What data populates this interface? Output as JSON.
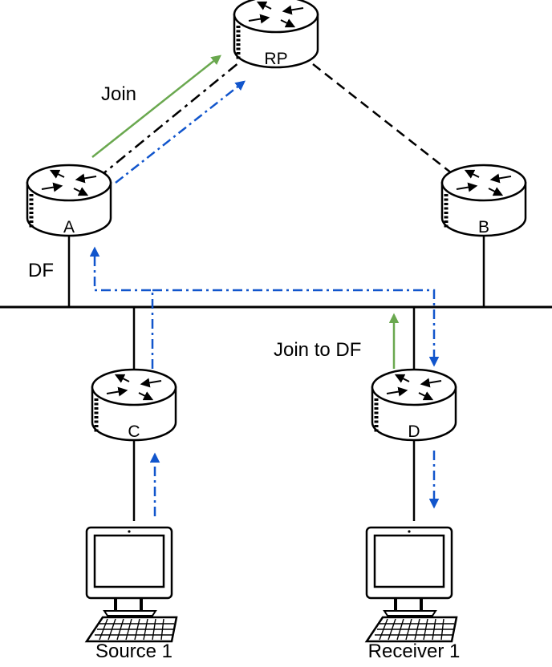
{
  "routers": {
    "rp": {
      "label": "RP"
    },
    "a": {
      "label": "A"
    },
    "b": {
      "label": "B"
    },
    "c": {
      "label": "C"
    },
    "d": {
      "label": "D"
    }
  },
  "labels": {
    "join": "Join",
    "df": "DF",
    "join_to_df": "Join to DF"
  },
  "hosts": {
    "source": {
      "label": "Source 1"
    },
    "receiver": {
      "label": "Receiver 1"
    }
  },
  "colors": {
    "join_arrow": "#6aa84f",
    "data_flow": "#1155cc",
    "link": "#000000",
    "router_fill": "#ffffff"
  },
  "icons": {
    "router": "router-icon",
    "computer": "computer-icon"
  }
}
